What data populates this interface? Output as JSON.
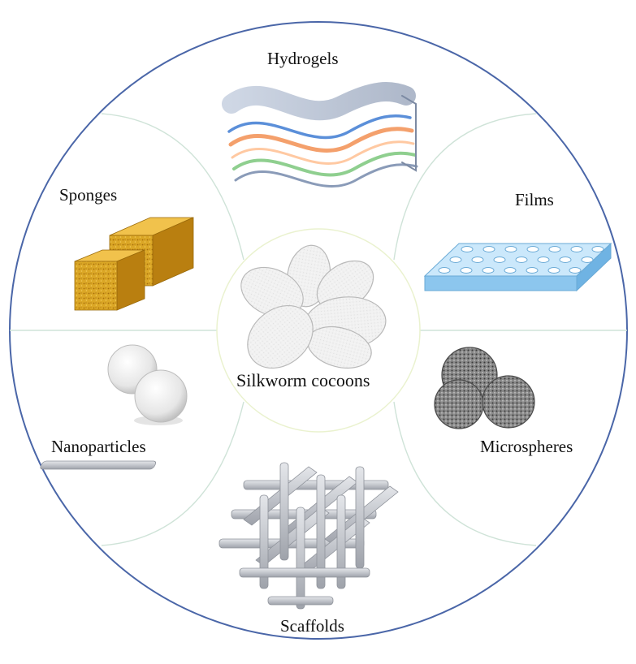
{
  "labels": {
    "hydrogels": "Hydrogels",
    "sponges": "Sponges",
    "films": "Films",
    "center": "Silkworm cocoons",
    "nanoparticles": "Nanoparticles",
    "microspheres": "Microspheres",
    "scaffolds": "Scaffolds"
  },
  "colors": {
    "outer_ring": "#4a66a8",
    "divider": "#cfe3d8",
    "hydrogel_bands": [
      "#5b8fd9",
      "#f4a06c",
      "#8fcf8f",
      "#8a9bb8"
    ],
    "sponge": "#d9a21e",
    "film": "#a9d6f5",
    "cocoon": "#f2f2f2",
    "nanoparticle": "#e8e8e8",
    "microsphere": "#7d7d7d",
    "scaffold": "#c9ccd2"
  },
  "icons": [
    "hydrogel-bands-icon",
    "sponge-blocks-icon",
    "porous-film-icon",
    "silkworm-cocoons-icon",
    "nanoparticles-icon",
    "microspheres-icon",
    "scaffold-lattice-icon"
  ]
}
